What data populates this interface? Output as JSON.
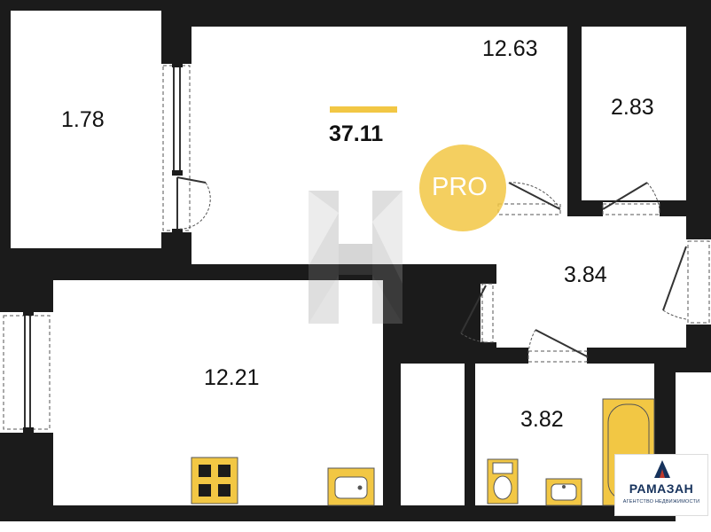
{
  "plan": {
    "total_area": "37.11",
    "total_accent_color": "#f2c744",
    "rooms": {
      "balcony": "1.78",
      "bedroom": "12.63",
      "storage": "2.83",
      "hallway": "3.84",
      "kitchen": "12.21",
      "bathroom": "3.82"
    },
    "wall_color": "#1b1b1b",
    "fixture_color": "#f2c744"
  },
  "watermark": {
    "pro_text": "PRO",
    "pro_color": "#f2c744"
  },
  "brand": {
    "name": "РАМАЗАН",
    "subtitle": "АГЕНТСТВО НЕДВИЖИМОСТИ",
    "color": "#16325c",
    "accent": "#c0392b"
  }
}
